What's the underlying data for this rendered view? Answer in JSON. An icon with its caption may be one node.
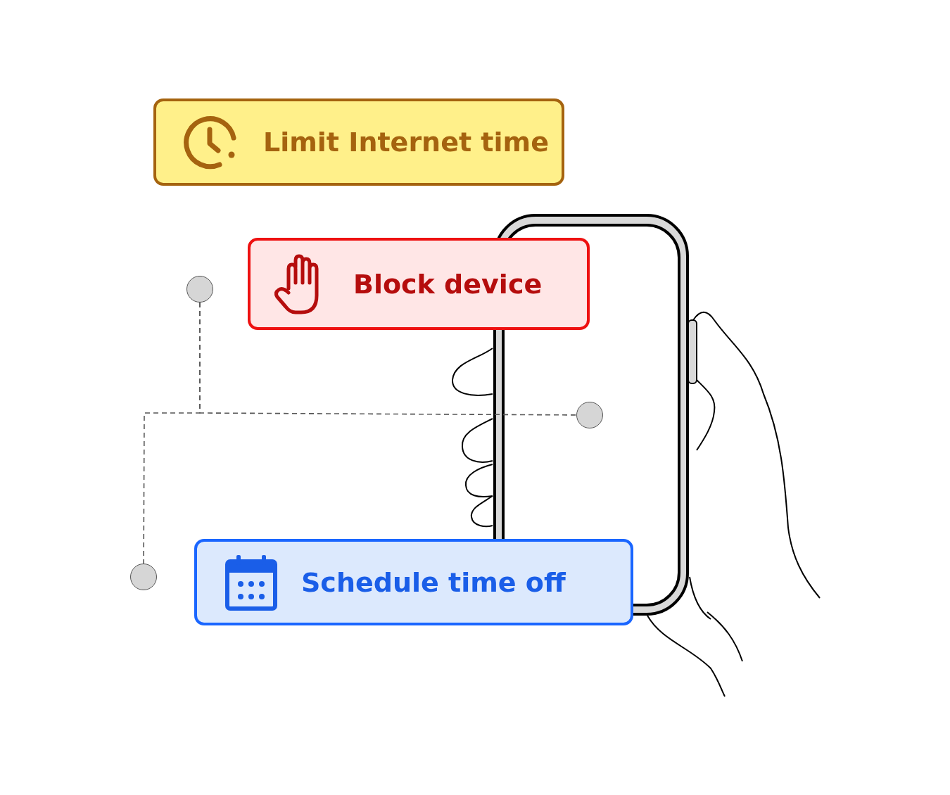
{
  "diagram": {
    "nodes": [
      {
        "text": [
          "Limit Internet time"
        ]
      },
      {
        "text": [
          "Block device"
        ]
      },
      {
        "text": [],
        "shape": "circle"
      },
      {
        "text": [],
        "shape": "circle"
      },
      {
        "text": [
          "Schedule time off"
        ]
      },
      {
        "text": [],
        "shape": "circle"
      }
    ],
    "edges": [
      {
        "from": 2,
        "to": 3,
        "arrow": "none",
        "style": "dashed"
      },
      {
        "from": 2,
        "to": 5,
        "arrow": "none",
        "style": "dashed"
      }
    ]
  }
}
